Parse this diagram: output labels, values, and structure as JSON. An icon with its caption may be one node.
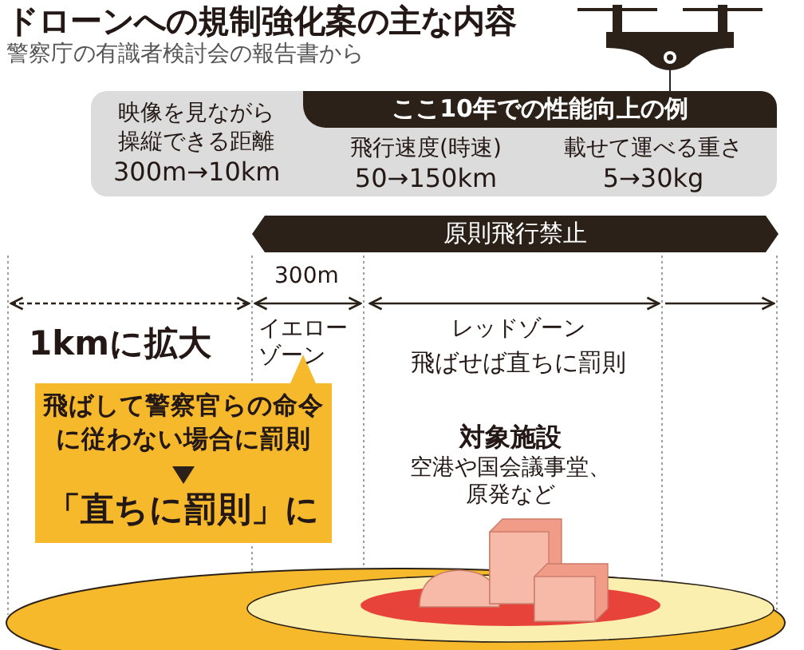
{
  "diagram": {
    "title": "ドローンへの規制強化案の主な内容",
    "nodes": [
      {
        "text": [
          "ここ10年での性能向上の例"
        ]
      },
      {
        "text": [
          "映像を見ながら操縦できる距離",
          "300m→10km"
        ],
        "in": 0
      },
      {
        "text": [
          "飛行速度(時速)",
          "50→150km"
        ],
        "in": 0
      },
      {
        "text": [
          "載せて運べる重さ",
          "5→30kg"
        ],
        "in": 0
      },
      {
        "text": [
          "原則飛行禁止"
        ]
      },
      {
        "text": [
          "飛ばして警察官らの命令に従わない場合に罰則",
          "「直ちに罰則」に"
        ]
      }
    ],
    "labels": [
      "警察庁の有識者検討会の報告書から",
      "300m",
      "1kmに拡大",
      "イエローゾーン",
      "レッドゾーン",
      "飛ばせば直ちに罰則",
      "対象施設",
      "空港や国会議事堂、原発など"
    ]
  }
}
